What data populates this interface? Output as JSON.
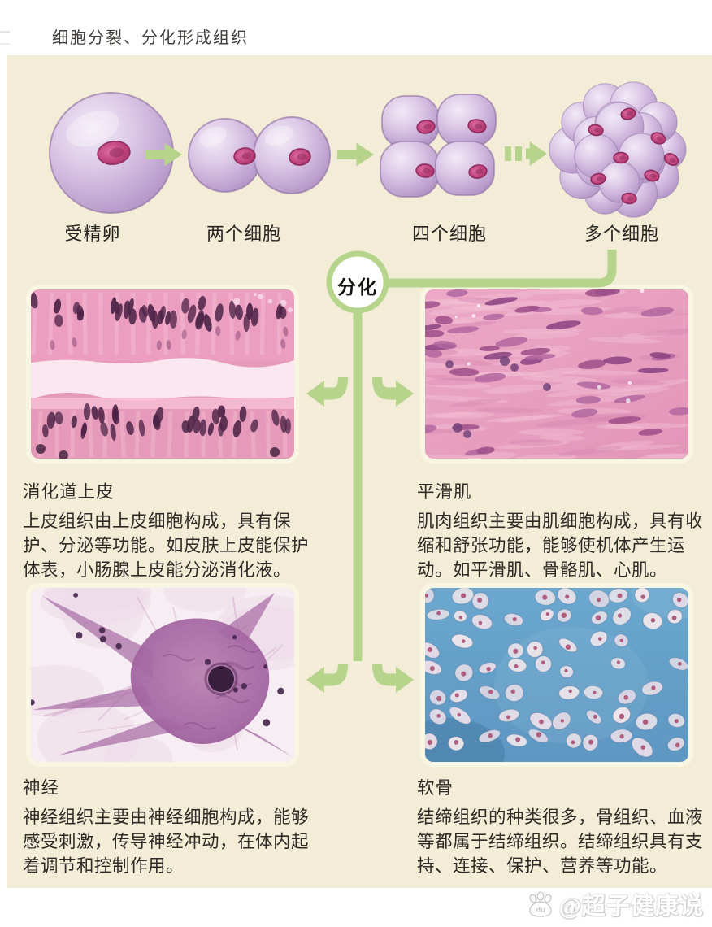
{
  "page_title": "细胞分裂、分化形成组织",
  "stages": [
    {
      "label": "受精卵"
    },
    {
      "label": "两个细胞"
    },
    {
      "label": "四个细胞"
    },
    {
      "label": "多个细胞"
    }
  ],
  "differentiation_label": "分化",
  "sections": [
    {
      "heading": "消化道上皮",
      "body_lines": [
        "上皮组织由上皮细胞构成，具有保",
        "护、分泌等功能。如皮肤上皮能保护",
        "体表，小肠腺上皮能分泌消化液。"
      ]
    },
    {
      "heading": "平滑肌",
      "body_lines": [
        "肌肉组织主要由肌细胞构成，具有收",
        "缩和舒张功能，能够使机体产生运",
        "动。如平滑肌、骨骼肌、心肌。"
      ]
    },
    {
      "heading": "神经",
      "body_lines": [
        "神经组织主要由神经细胞构成，能够",
        "感受刺激，传导神经冲动，在体内起",
        "着调节和控制作用。"
      ]
    },
    {
      "heading": "软骨",
      "body_lines": [
        "结缔组织的种类很多，骨组织、血液",
        "等都属于结缔组织。结缔组织具有支",
        "持、连接、保护、营养等功能。"
      ]
    }
  ],
  "watermark": {
    "icon": "baidu-paw-icon",
    "handle": "@超子健康说"
  },
  "colors": {
    "panel_background": "#f3edd8",
    "accent_green": "#b6d48b",
    "cell_purple": "#c7abd8",
    "nucleus_pink": "#bc4079",
    "photo_border": "#f9f5e3",
    "text": "#2e2b26",
    "epithelium_pink": "#e69ab9",
    "muscle_pink": "#e9a3c2",
    "nerve_purple": "#9a5c94",
    "cartilage_blue": "#629cc6"
  }
}
